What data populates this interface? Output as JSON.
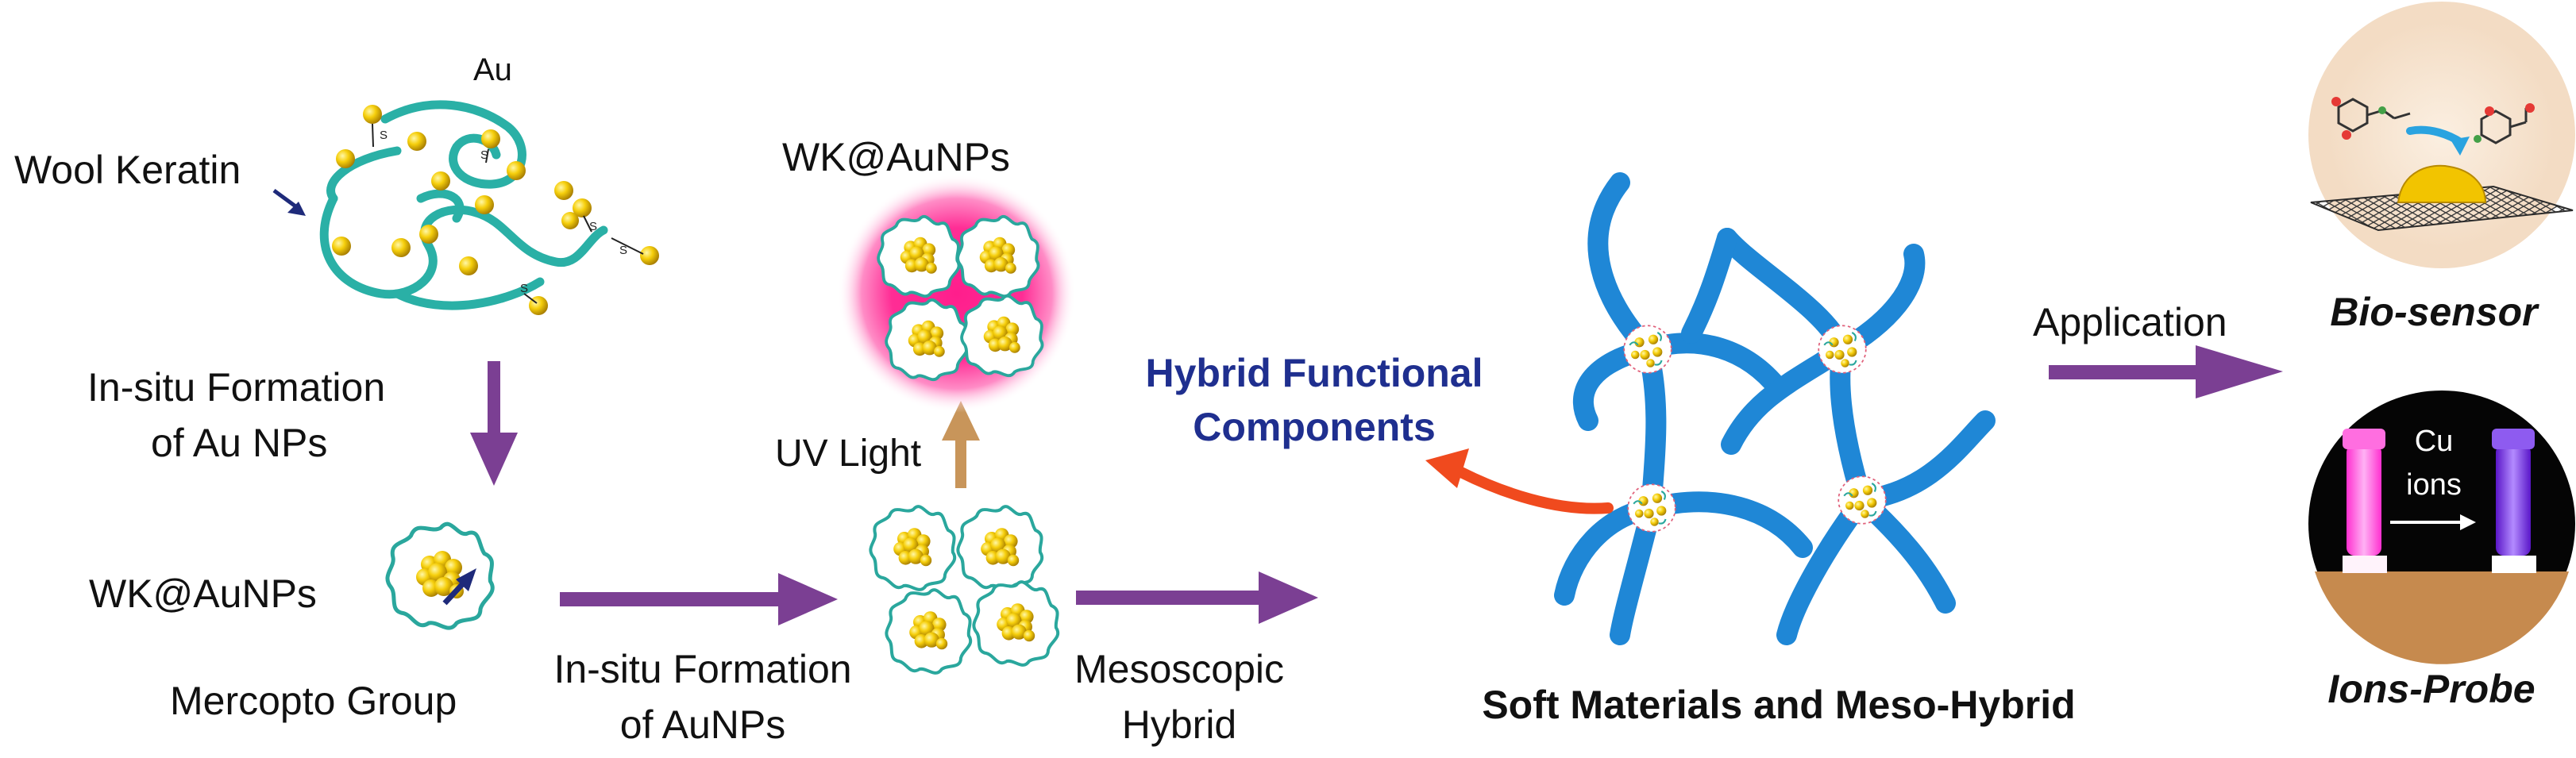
{
  "labels": {
    "au": "Au",
    "wool_keratin": "Wool Keratin",
    "insitu_formation_au_nps_1": "In-situ Formation",
    "insitu_formation_au_nps_2": "of Au NPs",
    "wk_aunps_left": "WK@AuNPs",
    "mercopto_group": "Mercopto Group",
    "insitu_formation_aunps_1": "In-situ Formation",
    "insitu_formation_aunps_2": "of AuNPs",
    "wk_aunps_top": "WK@AuNPs",
    "uv_light": "UV Light",
    "mesoscopic_1": "Mesoscopic",
    "mesoscopic_2": "Hybrid",
    "hybrid_functional_1": "Hybrid Functional",
    "hybrid_functional_2": "Components",
    "soft_materials": "Soft Materials and Meso-Hybrid",
    "application": "Application",
    "bio_sensor": "Bio-sensor",
    "cu_ions_1": "Cu",
    "cu_ions_2": "ions",
    "ions_probe": "Ions-Probe"
  },
  "colors": {
    "keratin_teal": "#2ab0a6",
    "gold": "#f2c400",
    "gold_dark": "#b88a00",
    "arrow_purple": "#7b3f93",
    "arrow_tan": "#c8955a",
    "glow_pink": "#ff1e8c",
    "network_blue": "#1f87d6",
    "title_blue": "#1f2f8f",
    "red_arrow": "#f04a1e",
    "sensor_bg": "#f6e6d4",
    "probe_bg": "#050505",
    "probe_ground": "#c68a4e",
    "vial_pink": "#ff5ed9",
    "vial_purple": "#7a2fe6"
  },
  "icons": {
    "keratin": "wool-keratin-chain",
    "nanocluster": "gold-nanocluster-icon",
    "network": "hydrogel-network-icon",
    "sensor": "biosensor-graphene-icon",
    "probe": "ion-probe-vials-icon"
  }
}
